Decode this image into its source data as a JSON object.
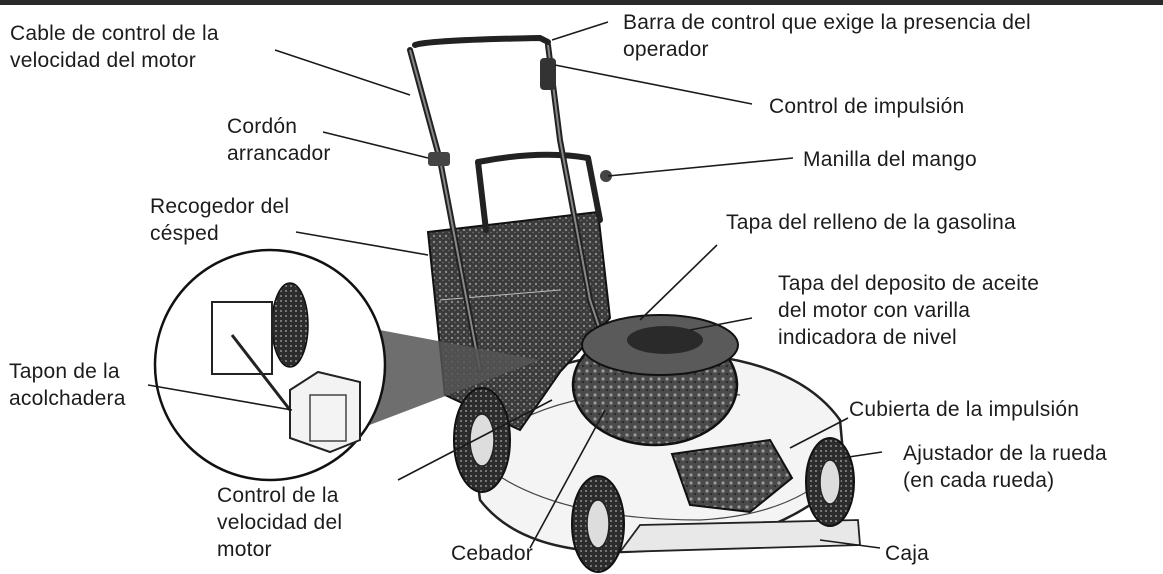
{
  "figure": {
    "labels": {
      "cable_velocidad": "Cable  de control de la\nvelocidad del motor",
      "barra_control": "Barra de control que exige la presencia del\noperador",
      "control_impulsion": "Control de impulsión",
      "cordon_arrancador": "Cordón\narrancador",
      "manilla_mango": "Manilla del mango",
      "recogedor": "Recogedor del\ncésped",
      "tapa_gasolina": "Tapa del relleno de la gasolina",
      "tapa_aceite": "Tapa del deposito de aceite\ndel motor con varilla\nindicadora de nivel",
      "tapon_acolchadera": "Tapon de la\nacolchadera",
      "cubierta_impulsion": "Cubierta de la impulsión",
      "ajustador_rueda": "Ajustador de la rueda\n(en cada rueda)",
      "control_velocidad": "Control de la\nvelocidad del\nmotor",
      "cebador": "Cebador",
      "caja": "Caja"
    }
  }
}
